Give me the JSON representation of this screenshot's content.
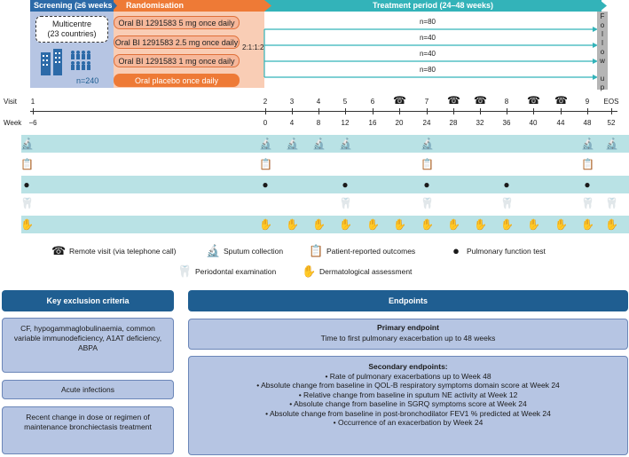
{
  "phases": {
    "screening": "Screening (≥6 weeks)",
    "randomisation": "Randomisation",
    "treatment": "Treatment period (24–48 weeks)"
  },
  "screening_box": {
    "multicentre": "Multicentre\n(23 countries)",
    "n": "n=240"
  },
  "arms": [
    {
      "label": "Oral BI 1291583 5 mg once daily",
      "n": "n=80"
    },
    {
      "label": "Oral BI 1291583 2.5 mg once daily",
      "n": "n=40"
    },
    {
      "label": "Oral BI 1291583 1 mg once daily",
      "n": "n=40"
    },
    {
      "label": "Oral placebo once daily",
      "n": "n=80"
    }
  ],
  "ratio": "2:1:1:2",
  "follow_up": "Follow up",
  "axis": {
    "visit_label": "Visit",
    "week_label": "Week",
    "visits": [
      "1",
      "2",
      "3",
      "4",
      "5",
      "6",
      "7",
      "8",
      "9",
      "EOS"
    ],
    "weeks": [
      "−6",
      "0",
      "4",
      "8",
      "12",
      "16",
      "20",
      "24",
      "28",
      "32",
      "36",
      "40",
      "44",
      "48",
      "52"
    ]
  },
  "legend": {
    "remote": "Remote visit (via telephone call)",
    "sputum": "Sputum collection",
    "pro": "Patient-reported outcomes",
    "pft": "Pulmonary function test",
    "perio": "Periodontal examination",
    "derm": "Dermatological assessment"
  },
  "exclusion": {
    "title": "Key exclusion criteria",
    "items": [
      "CF, hypogammaglobulinaemia, common variable immunodeficiency, A1AT deficiency, ABPA",
      "Acute infections",
      "Recent change in dose or regimen of maintenance bronchiectasis treatment"
    ]
  },
  "endpoints": {
    "title": "Endpoints",
    "primary_title": "Primary endpoint",
    "primary_text": "Time to first pulmonary exacerbation up to 48 weeks",
    "secondary_title": "Secondary endpoints:",
    "secondary_items": [
      "• Rate of pulmonary exacerbations up to Week 48",
      "• Absolute change from baseline in QOL-B respiratory symptoms domain score at Week 24",
      "• Relative change from baseline in sputum NE activity at Week 12",
      "• Absolute change from baseline in SGRQ symptoms score at Week 24",
      "• Absolute change from baseline in post-bronchodilator FEV1 % predicted at Week 24",
      "• Occurrence of an exacerbation by Week 24"
    ]
  },
  "colors": {
    "screening": "#2c6aa8",
    "randomisation": "#ee7a36",
    "treatment": "#33b3b9",
    "band": "#b9e2e5",
    "dark_blue": "#1f5e91"
  }
}
